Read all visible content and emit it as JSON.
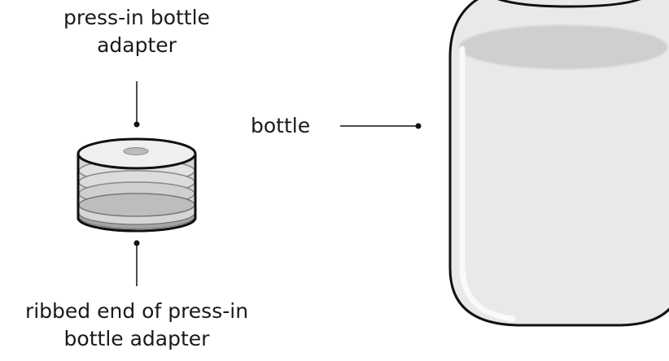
{
  "labels": {
    "adapter_top": [
      "press-in bottle",
      "adapter"
    ],
    "bottle": "bottle",
    "adapter_bottom": [
      "ribbed end of press-in",
      "bottle adapter"
    ]
  },
  "colors": {
    "outline": "#111111",
    "bottle_fill": "#eaeaea",
    "bottle_liquid_surface": "#d0d0d0",
    "adapter_light": "#e6e6e6",
    "adapter_mid": "#c8c8c8",
    "adapter_dark": "#a5a5a5"
  }
}
